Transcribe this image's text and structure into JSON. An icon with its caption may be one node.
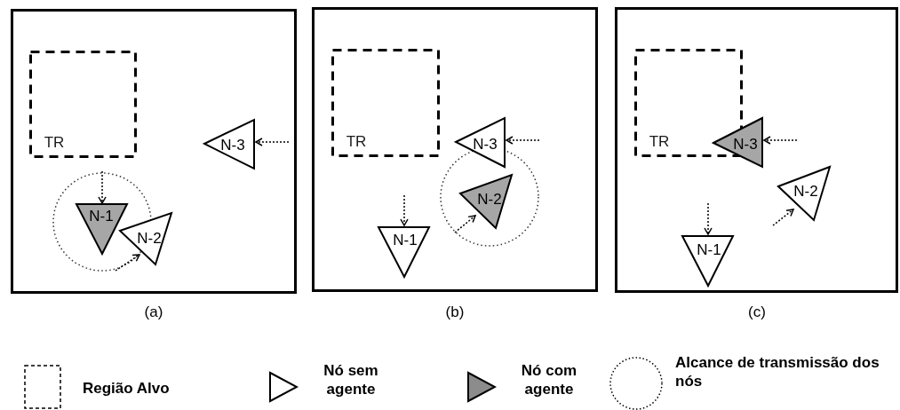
{
  "diagram": {
    "nodes": [
      {
        "text": [],
        "shape": "box",
        "beside": [
          "(a)"
        ]
      },
      {
        "text": [
          "TR"
        ],
        "in": 0
      },
      {
        "text": [
          "N-3"
        ],
        "in": 0
      },
      {
        "text": [
          "N-1"
        ],
        "in": 0
      },
      {
        "text": [
          "N-2"
        ],
        "in": 0
      },
      {
        "text": [],
        "shape": "box",
        "beside": [
          "(b)"
        ]
      },
      {
        "text": [
          "TR"
        ],
        "in": 5
      },
      {
        "text": [
          "N-3"
        ],
        "in": 5
      },
      {
        "text": [
          "N-2"
        ],
        "in": 5
      },
      {
        "text": [
          "N-1"
        ],
        "in": 5
      },
      {
        "text": [],
        "shape": "box",
        "beside": [
          "(c)"
        ]
      },
      {
        "text": [
          "TR"
        ],
        "in": 10
      },
      {
        "text": [
          "N-3"
        ],
        "in": 10
      },
      {
        "text": [
          "N-2"
        ],
        "in": 10
      },
      {
        "text": [
          "N-1"
        ],
        "in": 10
      }
    ],
    "edges": [
      {
        "from": null,
        "to": 2,
        "arrow": "to",
        "style": "dashed"
      },
      {
        "from": null,
        "to": 3,
        "arrow": "to",
        "style": "dashed"
      },
      {
        "from": null,
        "to": 4,
        "arrow": "to",
        "style": "dashed"
      },
      {
        "from": null,
        "to": 7,
        "arrow": "to",
        "style": "dashed"
      },
      {
        "from": null,
        "to": 8,
        "arrow": "to",
        "style": "dashed"
      },
      {
        "from": null,
        "to": 9,
        "arrow": "to",
        "style": "dashed"
      },
      {
        "from": null,
        "to": 12,
        "arrow": "to",
        "style": "dashed"
      },
      {
        "from": null,
        "to": 13,
        "arrow": "to",
        "style": "dashed"
      },
      {
        "from": null,
        "to": 14,
        "arrow": "to",
        "style": "dashed"
      }
    ],
    "legend": [
      {
        "text": "Região Alvo"
      },
      {
        "text": "Nó sem agente"
      },
      {
        "text": "Nó com agente"
      },
      {
        "text": "Alcance de transmissão dos nós"
      }
    ]
  }
}
